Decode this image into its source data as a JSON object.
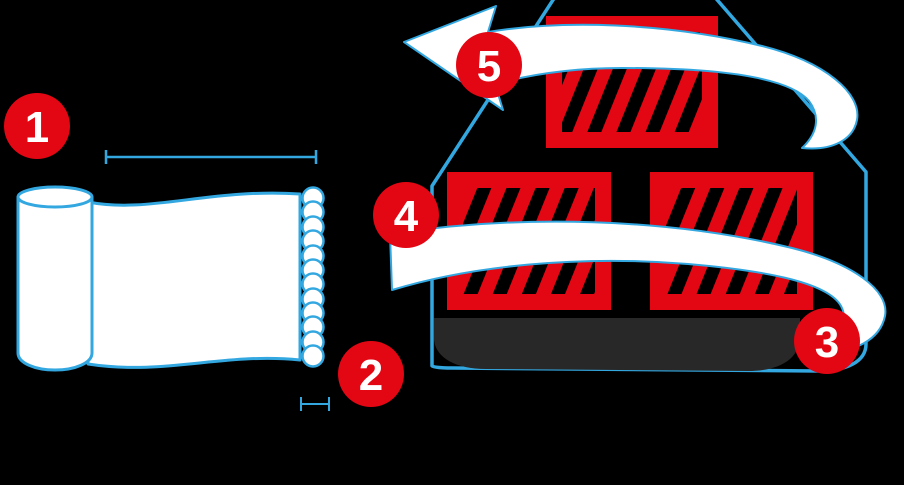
{
  "diagram": {
    "background_color": "#000000",
    "colors": {
      "badge_red": "#e30613",
      "panel_red": "#e30613",
      "outline_blue": "#33a7e0",
      "shape_white": "#ffffff",
      "hatch_black": "#000000",
      "base_dark": "#282828",
      "number_white": "#ffffff"
    },
    "badges": [
      {
        "label": "1"
      },
      {
        "label": "2"
      },
      {
        "label": "3"
      },
      {
        "label": "4"
      },
      {
        "label": "5"
      }
    ],
    "illustrations": [
      "membrane-roll",
      "unrolled-membrane-sheet",
      "coiled-edge",
      "width-dimension-line",
      "edge-thickness-dimension",
      "house-outline",
      "house-base-shadow",
      "insulation-panel-top",
      "insulation-panel-middle-left",
      "insulation-panel-middle-right",
      "wrap-arrow-upper",
      "wrap-arrow-lower"
    ]
  }
}
